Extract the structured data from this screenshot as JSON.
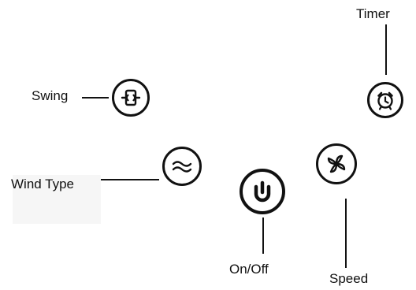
{
  "controls": {
    "timer": {
      "label": "Timer",
      "icon": "alarm-clock-icon"
    },
    "swing": {
      "label": "Swing",
      "icon": "swing-icon"
    },
    "wind": {
      "label": "Wind Type",
      "icon": "wind-waves-icon"
    },
    "power": {
      "label": "On/Off",
      "icon": "power-icon"
    },
    "speed": {
      "label": "Speed",
      "icon": "fan-blade-icon"
    }
  },
  "colors": {
    "ink": "#111111",
    "background": "#ffffff"
  }
}
